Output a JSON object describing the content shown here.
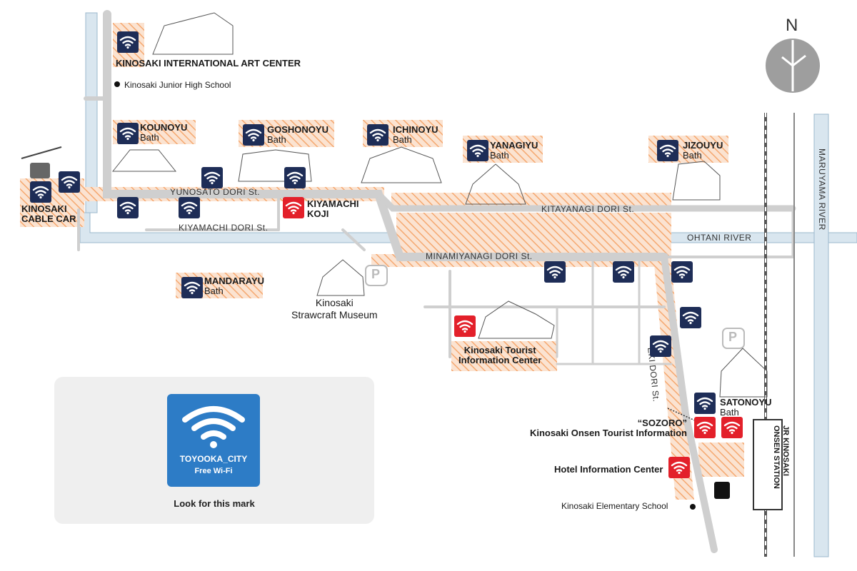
{
  "map": {
    "compass": {
      "label": "N"
    },
    "rivers": {
      "maruyama": "MARUYAMA RIVER",
      "ohtani": "OHTANI RIVER"
    },
    "streets": {
      "yunosato": "YUNOSATO DORI St.",
      "kiyamachi": "KIYAMACHI DORI St.",
      "kitayanagi": "KITAYANAGI DORI St.",
      "minamiyanagi": "MINAMIYANAGI DORI St.",
      "eki": "EKI DORI St."
    },
    "places": {
      "art_center": "KINOSAKI INTERNATIONAL ART CENTER",
      "junior_high": "Kinosaki Junior High School",
      "cable_car_1": "KINOSAKI",
      "cable_car_2": "CABLE CAR",
      "kounoyu_1": "KOUNOYU",
      "kounoyu_2": "Bath",
      "goshonoyu_1": "GOSHONOYU",
      "goshonoyu_2": "Bath",
      "ichinoyu_1": "ICHINOYU",
      "ichinoyu_2": "Bath",
      "yanagiyu_1": "YANAGIYU",
      "yanagiyu_2": "Bath",
      "jizouyu_1": "JIZOUYU",
      "jizouyu_2": "Bath",
      "kiyamachi_koji_1": "KIYAMACHI",
      "kiyamachi_koji_2": "KOJI",
      "mandarayu_1": "MANDARAYU",
      "mandarayu_2": "Bath",
      "strawcraft_1": "Kinosaki",
      "strawcraft_2": "Strawcraft Museum",
      "tourist_info_1": "Kinosaki Tourist",
      "tourist_info_2": "Information Center",
      "satonoyu_1": "SATONOYU",
      "satonoyu_2": "Bath",
      "sozoro_1": "“SOZORO”",
      "sozoro_2": "Kinosaki Onsen Tourist Information",
      "hotel_info": "Hotel Information Center",
      "elementary": "Kinosaki Elementary School",
      "station_1": "JR KINOSAKI",
      "station_2": "ONSEN STATION",
      "parking": "P"
    },
    "wifi_spots": [
      {
        "name": "art-center",
        "color": "blue"
      },
      {
        "name": "cable-car",
        "color": "blue"
      },
      {
        "name": "cable-car-2",
        "color": "blue"
      },
      {
        "name": "kounoyu",
        "color": "blue"
      },
      {
        "name": "yunosato-1",
        "color": "blue"
      },
      {
        "name": "yunosato-2",
        "color": "blue"
      },
      {
        "name": "yunosato-3",
        "color": "blue"
      },
      {
        "name": "yunosato-4",
        "color": "blue"
      },
      {
        "name": "goshonoyu",
        "color": "blue"
      },
      {
        "name": "ichinoyu",
        "color": "blue"
      },
      {
        "name": "yanagiyu",
        "color": "blue"
      },
      {
        "name": "jizouyu",
        "color": "blue"
      },
      {
        "name": "kiyamachi-koji",
        "color": "red"
      },
      {
        "name": "mandarayu",
        "color": "blue"
      },
      {
        "name": "minamiyanagi-1",
        "color": "blue"
      },
      {
        "name": "minamiyanagi-2",
        "color": "blue"
      },
      {
        "name": "minamiyanagi-3",
        "color": "blue"
      },
      {
        "name": "eki-1",
        "color": "blue"
      },
      {
        "name": "eki-2",
        "color": "blue"
      },
      {
        "name": "tourist-info",
        "color": "red"
      },
      {
        "name": "satonoyu",
        "color": "blue"
      },
      {
        "name": "sozoro-1",
        "color": "red"
      },
      {
        "name": "sozoro-2",
        "color": "red"
      },
      {
        "name": "hotel-info",
        "color": "red"
      }
    ],
    "colors": {
      "wifi_blue": "#1e2d57",
      "wifi_red": "#e3202a",
      "hatch": "#f5a870",
      "river": "#d9e6ef",
      "road": "#cfcfcf"
    }
  },
  "legend": {
    "ssid": "TOYOOKA_CITY",
    "subtitle": "Free Wi-Fi",
    "caption": "Look for this mark"
  }
}
